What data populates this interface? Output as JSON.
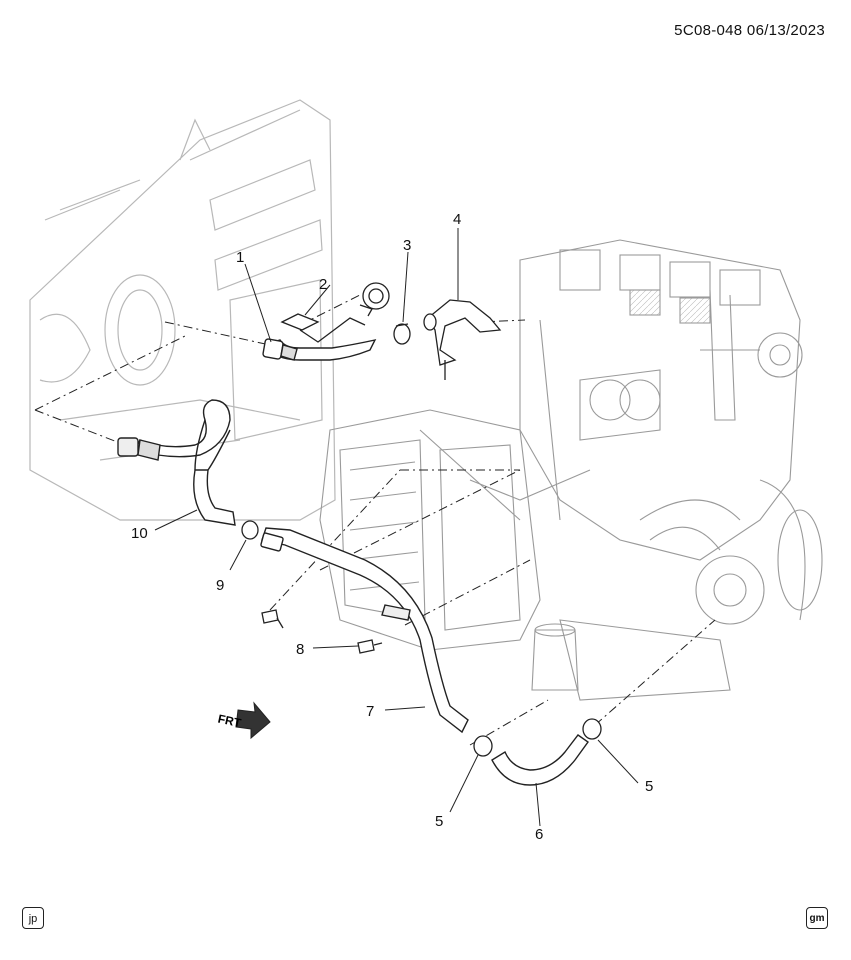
{
  "header": {
    "diagram_code": "5C08-048 06/13/2023"
  },
  "callouts": [
    "1",
    "2",
    "3",
    "4",
    "5",
    "5",
    "6",
    "7",
    "8",
    "9",
    "10"
  ],
  "direction_indicator": {
    "label": "FRT",
    "icon": "front-arrow-icon"
  },
  "footer": {
    "left_badge": "jp",
    "right_badge": "gm"
  },
  "colors": {
    "line": "#222222",
    "hose_fill": "#ffffff",
    "background": "#ffffff"
  }
}
